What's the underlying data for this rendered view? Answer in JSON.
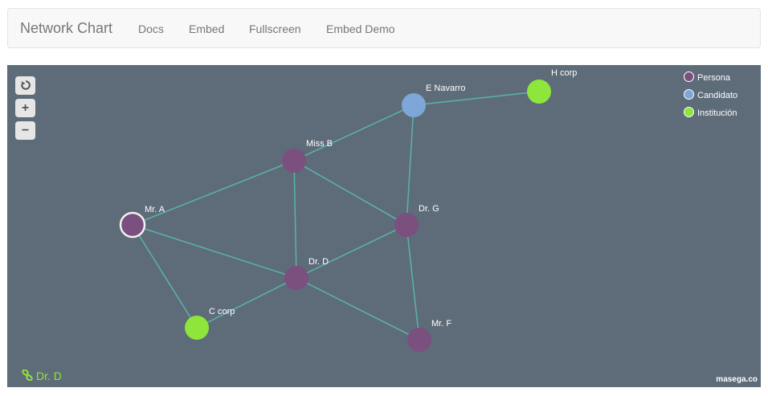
{
  "navbar": {
    "brand": "Network Chart",
    "links": [
      "Docs",
      "Embed",
      "Fullscreen",
      "Embed Demo"
    ]
  },
  "controls": {
    "reset_icon": "reset-icon",
    "zoom_in": "+",
    "zoom_out": "−"
  },
  "legend": [
    {
      "label": "Persona",
      "color": "#7b4f7e"
    },
    {
      "label": "Candidato",
      "color": "#7ea6d6"
    },
    {
      "label": "Institución",
      "color": "#8ee63a"
    }
  ],
  "graph": {
    "nodes": [
      {
        "id": "mr-a",
        "label": "Mr. A",
        "type": "Persona",
        "selected_style": true
      },
      {
        "id": "miss-b",
        "label": "Miss B",
        "type": "Persona"
      },
      {
        "id": "e-navarro",
        "label": "E Navarro",
        "type": "Candidato"
      },
      {
        "id": "h-corp",
        "label": "H corp",
        "type": "Institución"
      },
      {
        "id": "dr-g",
        "label": "Dr. G",
        "type": "Persona"
      },
      {
        "id": "dr-d",
        "label": "Dr. D",
        "type": "Persona"
      },
      {
        "id": "c-corp",
        "label": "C corp",
        "type": "Institución"
      },
      {
        "id": "mr-f",
        "label": "Mr. F",
        "type": "Persona"
      }
    ],
    "edges": [
      [
        "mr-a",
        "miss-b"
      ],
      [
        "mr-a",
        "dr-d"
      ],
      [
        "mr-a",
        "c-corp"
      ],
      [
        "miss-b",
        "e-navarro"
      ],
      [
        "miss-b",
        "dr-g"
      ],
      [
        "miss-b",
        "dr-d"
      ],
      [
        "e-navarro",
        "h-corp"
      ],
      [
        "e-navarro",
        "dr-g"
      ],
      [
        "dr-g",
        "dr-d"
      ],
      [
        "dr-g",
        "mr-f"
      ],
      [
        "dr-d",
        "c-corp"
      ],
      [
        "dr-d",
        "mr-f"
      ]
    ],
    "edge_color": "#5ab0a8"
  },
  "selected_node": {
    "icon": "link-icon",
    "label": "Dr. D"
  },
  "credit": "masega.co"
}
